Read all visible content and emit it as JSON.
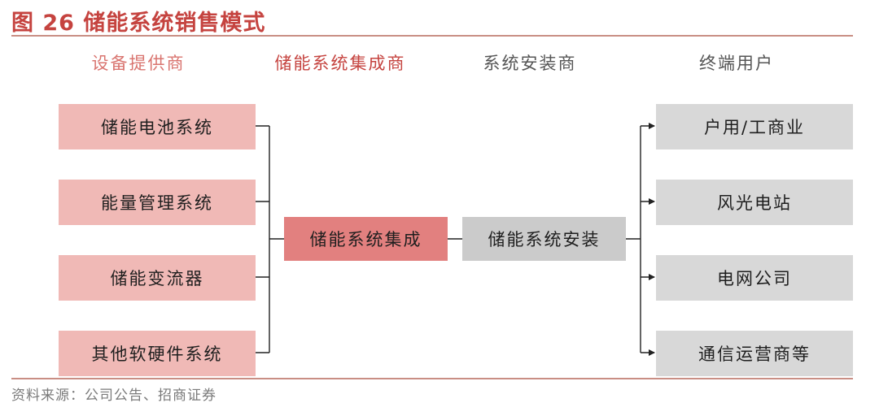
{
  "figure": {
    "title": "图 26 储能系统销售模式",
    "source": "资料来源：公司公告、招商证券"
  },
  "columns": [
    {
      "label": "设备提供商",
      "color": "#d9746f"
    },
    {
      "label": "储能系统集成商",
      "color": "#c5433f"
    },
    {
      "label": "系统安装商",
      "color": "#555555"
    },
    {
      "label": "终端用户",
      "color": "#555555"
    }
  ],
  "suppliers": [
    "储能电池系统",
    "能量管理系统",
    "储能变流器",
    "其他软硬件系统"
  ],
  "integrator": "储能系统集成",
  "installer": "储能系统安装",
  "end_users": [
    "户用/工商业",
    "风光电站",
    "电网公司",
    "通信运营商等"
  ],
  "colors": {
    "title": "#c5433f",
    "supplier_box": "#f0b9b6",
    "integrator_box": "#e2807f",
    "installer_box": "#cbcbcb",
    "user_box": "#d8d8d8",
    "rule": "#c98e84",
    "connector": "#222222"
  }
}
